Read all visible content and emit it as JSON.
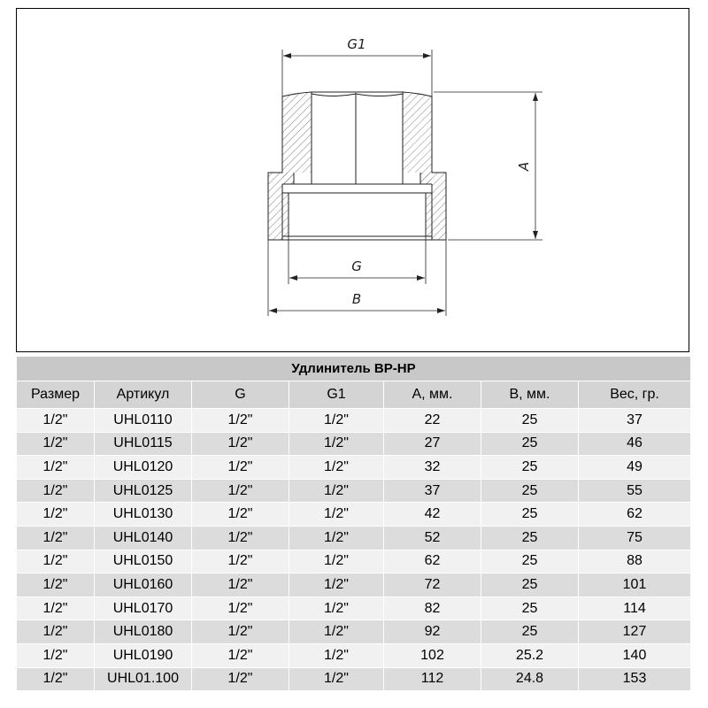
{
  "drawing": {
    "labels": {
      "g1": "G1",
      "a": "A",
      "g": "G",
      "b": "B"
    }
  },
  "table": {
    "title": "Удлинитель ВР-НР",
    "columns": [
      "Размер",
      "Артикул",
      "G",
      "G1",
      "А, мм.",
      "В, мм.",
      "Вес, гр."
    ],
    "rows": [
      [
        "1/2\"",
        "UHL0110",
        "1/2\"",
        "1/2\"",
        "22",
        "25",
        "37"
      ],
      [
        "1/2\"",
        "UHL0115",
        "1/2\"",
        "1/2\"",
        "27",
        "25",
        "46"
      ],
      [
        "1/2\"",
        "UHL0120",
        "1/2\"",
        "1/2\"",
        "32",
        "25",
        "49"
      ],
      [
        "1/2\"",
        "UHL0125",
        "1/2\"",
        "1/2\"",
        "37",
        "25",
        "55"
      ],
      [
        "1/2\"",
        "UHL0130",
        "1/2\"",
        "1/2\"",
        "42",
        "25",
        "62"
      ],
      [
        "1/2\"",
        "UHL0140",
        "1/2\"",
        "1/2\"",
        "52",
        "25",
        "75"
      ],
      [
        "1/2\"",
        "UHL0150",
        "1/2\"",
        "1/2\"",
        "62",
        "25",
        "88"
      ],
      [
        "1/2\"",
        "UHL0160",
        "1/2\"",
        "1/2\"",
        "72",
        "25",
        "101"
      ],
      [
        "1/2\"",
        "UHL0170",
        "1/2\"",
        "1/2\"",
        "82",
        "25",
        "114"
      ],
      [
        "1/2\"",
        "UHL0180",
        "1/2\"",
        "1/2\"",
        "92",
        "25",
        "127"
      ],
      [
        "1/2\"",
        "UHL0190",
        "1/2\"",
        "1/2\"",
        "102",
        "25.2",
        "140"
      ],
      [
        "1/2\"",
        "UHL01.100",
        "1/2\"",
        "1/2\"",
        "112",
        "24.8",
        "153"
      ]
    ]
  }
}
